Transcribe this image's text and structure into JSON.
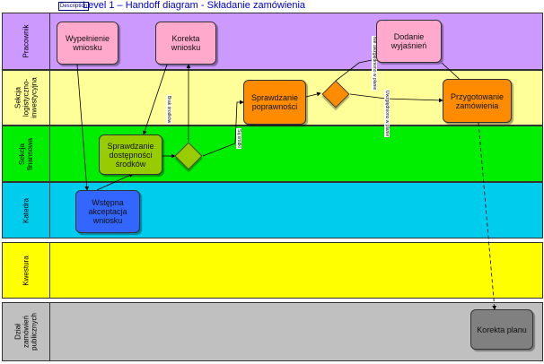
{
  "header": {
    "desc_tag": "Description",
    "title": "Level 1 – Handoff diagram - Składanie zamówienia"
  },
  "lanes": [
    {
      "label": "Pracownik",
      "color": "#cc99ff"
    },
    {
      "label": "Sekcja logistyczno-inwestycyjna",
      "color": "#ffff99"
    },
    {
      "label": "Sekcja finansowa",
      "color": "#00ee00"
    },
    {
      "label": "Katedra",
      "color": "#00ccee"
    },
    {
      "label": "Kwestura",
      "color": "#ffff00"
    },
    {
      "label": "Dział zamówień publicznych",
      "color": "#c0c0c0"
    }
  ],
  "nodes": {
    "wypelnienie": {
      "label": "Wypełnienie wniosku",
      "color": "#ffaacc"
    },
    "korekta_wniosku": {
      "label": "Korekta wniosku",
      "color": "#ffaacc"
    },
    "dodanie": {
      "label": "Dodanie wyjaśnień",
      "color": "#ffaacc"
    },
    "sprawdzanie_popr": {
      "label": "Sprawdzanie poprawności",
      "color": "#ff8c00"
    },
    "przygotowanie": {
      "label": "Przygotowanie zamówienia",
      "color": "#ff8c00"
    },
    "sprawdzanie_srod": {
      "label": "Sprawdzanie dostępności środków",
      "color": "#99cc00"
    },
    "wstepna": {
      "label": "Wstępna akceptacja wniosku",
      "color": "#3366ff"
    },
    "korekta_planu": {
      "label": "Korekta planu",
      "color": "#808080"
    }
  },
  "gateways": {
    "srodki": {
      "color": "#99cc00"
    },
    "plan": {
      "color": "#ff8c00"
    }
  },
  "edge_labels": {
    "brak_srodkow": "Brak środków",
    "sa_srodki": "Są środki",
    "nie_uwzgledniono": "Nie uwzględniono w planie",
    "uwzgledniono": "Uwzględniono w planie"
  }
}
